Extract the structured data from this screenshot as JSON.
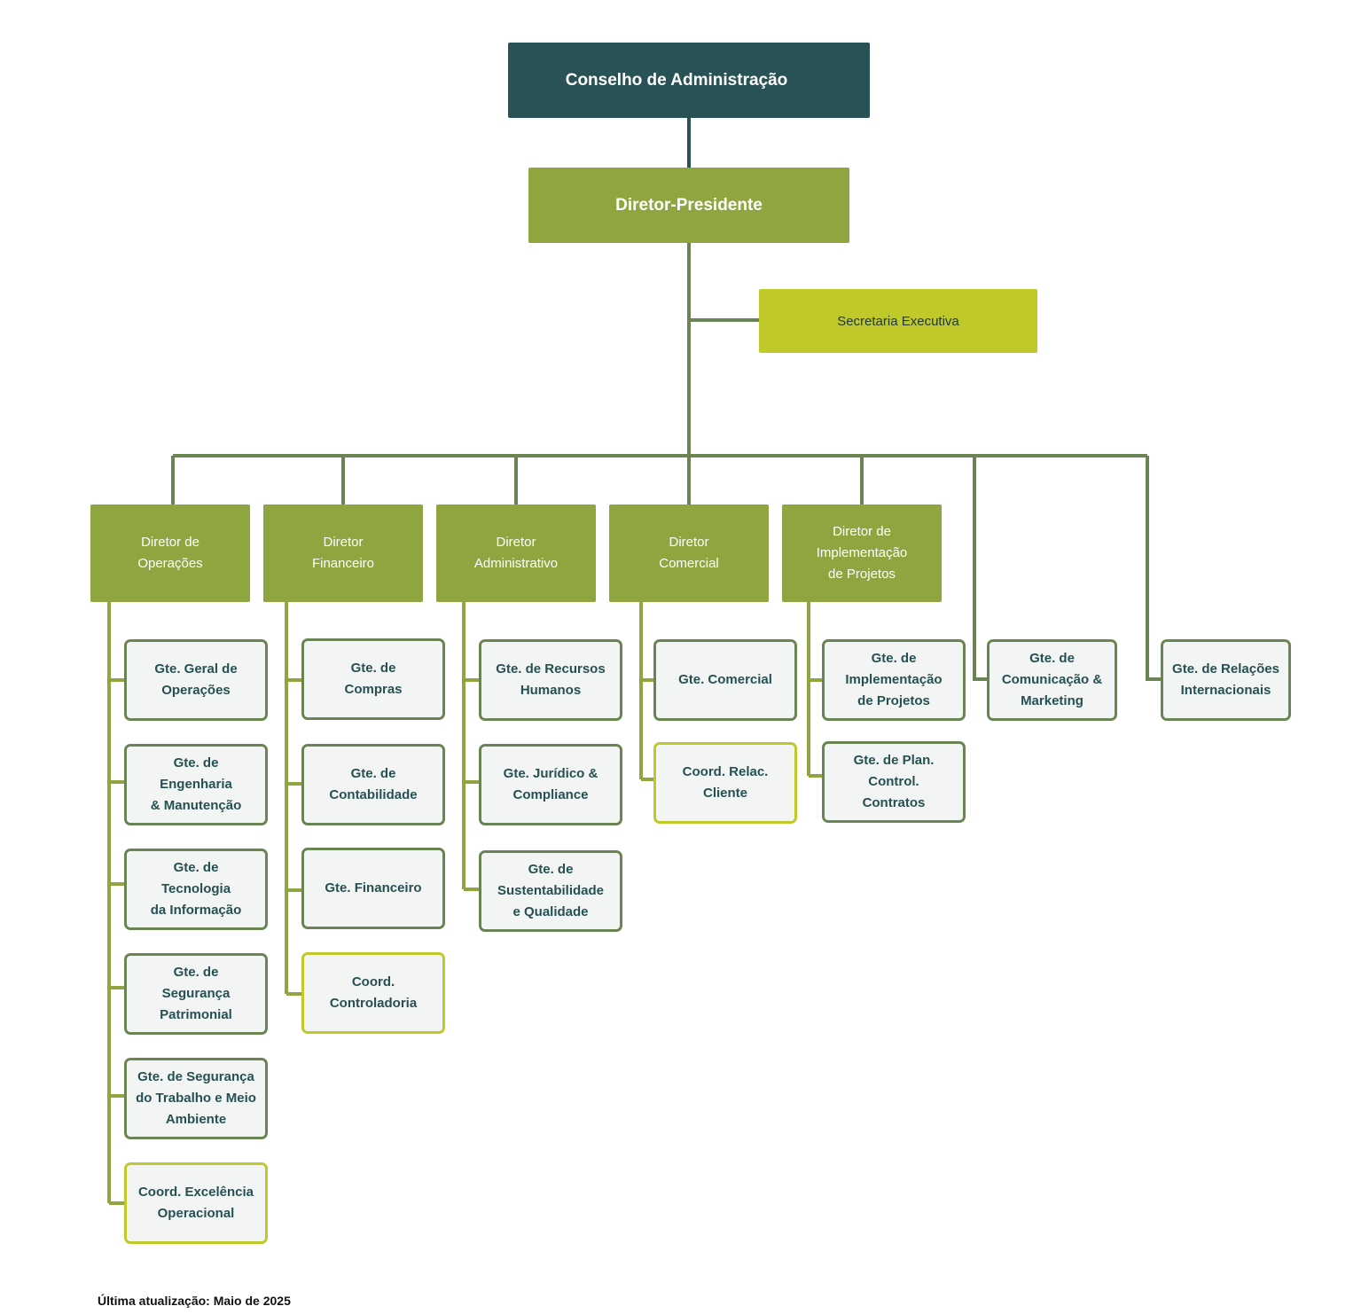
{
  "board": {
    "label": "Conselho de Administração"
  },
  "ceo": {
    "label": "Diretor-Presidente"
  },
  "secretariat": {
    "label": "Secretaria Executiva"
  },
  "directors": [
    {
      "label": "Diretor de\nOperações"
    },
    {
      "label": "Diretor\nFinanceiro"
    },
    {
      "label": "Diretor\nAdministrativo"
    },
    {
      "label": "Diretor\nComercial"
    },
    {
      "label": "Diretor de\nImplementação\nde Projetos"
    }
  ],
  "operations": [
    {
      "label": "Gte. Geral de\nOperações"
    },
    {
      "label": "Gte. de\nEngenharia\n& Manutenção"
    },
    {
      "label": "Gte. de\nTecnologia\nda Informação"
    },
    {
      "label": "Gte. de\nSegurança\nPatrimonial"
    },
    {
      "label": "Gte. de Segurança\ndo Trabalho e Meio\nAmbiente"
    },
    {
      "label": "Coord. Excelência\nOperacional"
    }
  ],
  "finance": [
    {
      "label": "Gte. de\nCompras"
    },
    {
      "label": "Gte. de\nContabilidade"
    },
    {
      "label": "Gte. Financeiro"
    },
    {
      "label": "Coord.\nControladoria"
    }
  ],
  "administrative": [
    {
      "label": "Gte. de Recursos\nHumanos"
    },
    {
      "label": "Gte. Jurídico &\nCompliance"
    },
    {
      "label": "Gte. de\nSustentabilidade\ne Qualidade"
    }
  ],
  "commercial": [
    {
      "label": "Gte. Comercial"
    },
    {
      "label": "Coord. Relac.\nCliente"
    }
  ],
  "projects": [
    {
      "label": "Gte. de\nImplementação\nde Projetos"
    },
    {
      "label": "Gte. de Plan.\nControl.\nContratos"
    }
  ],
  "direct_reports": [
    {
      "label": "Gte. de\nComunicação &\nMarketing"
    },
    {
      "label": "Gte. de Relações\nInternacionais"
    }
  ],
  "footer": {
    "label": "Última atualização: Maio de 2025"
  },
  "colors": {
    "board": "#285256",
    "director": "#8ea540",
    "secretariat": "#bfc92a",
    "connector": "#6a8553",
    "coordination_border": "#bfc92a"
  }
}
